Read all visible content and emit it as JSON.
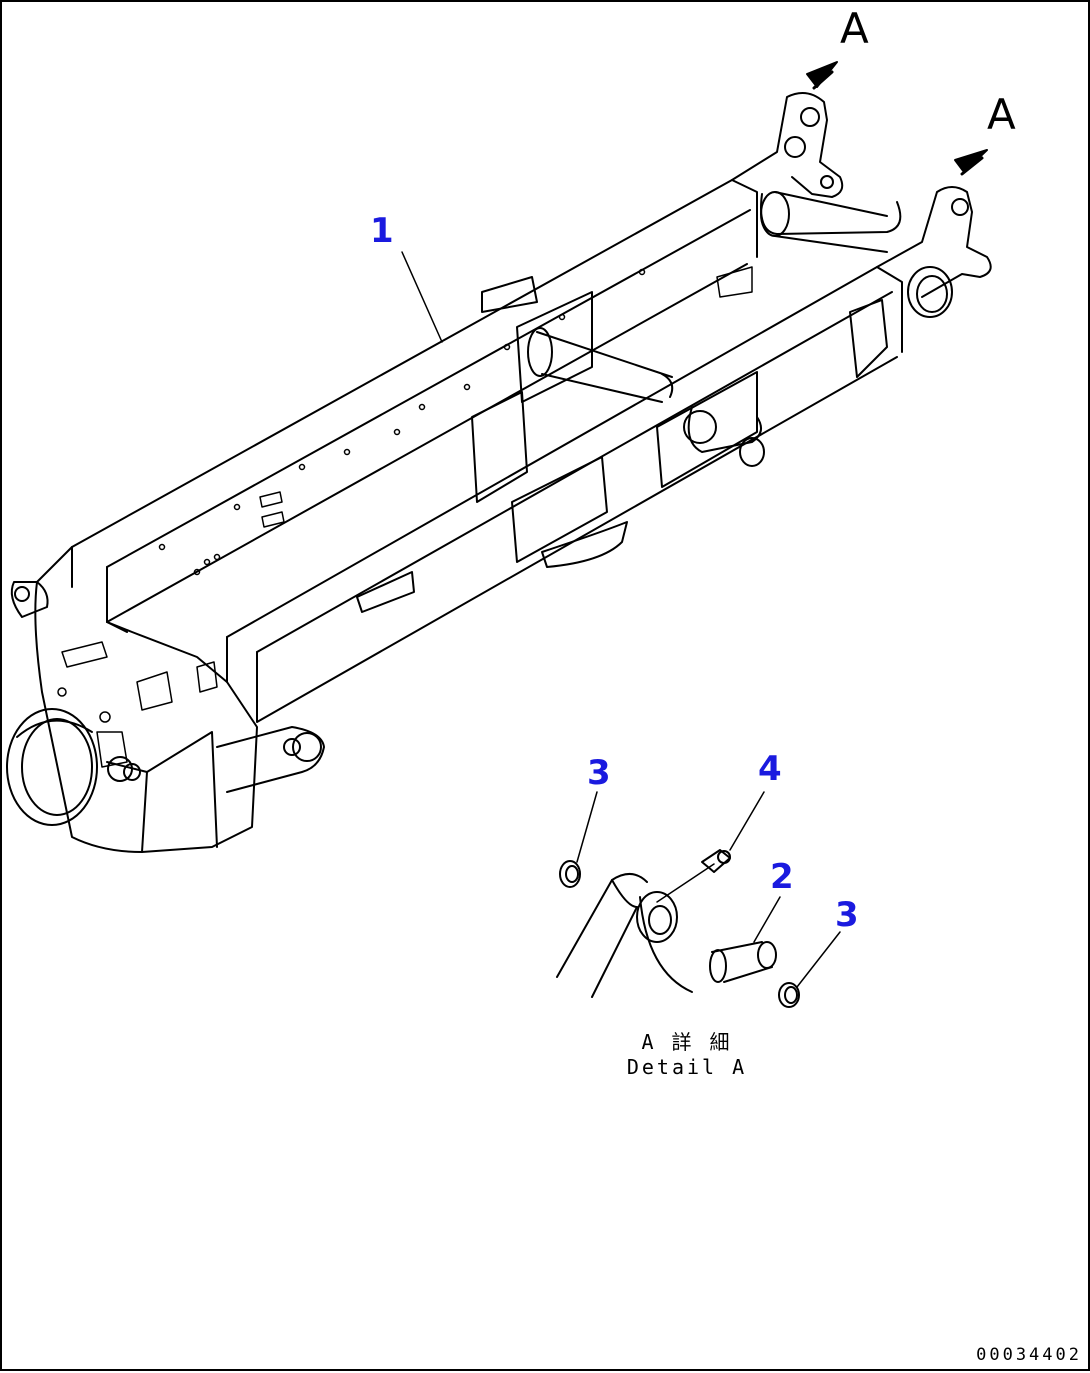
{
  "callouts": {
    "part_1": "1",
    "part_2": "2",
    "part_3_left": "3",
    "part_3_right": "3",
    "part_4": "4"
  },
  "view_markers": {
    "upper": "A",
    "lower": "A"
  },
  "detail_caption": {
    "line1": "A 詳 細",
    "line2": "Detail A"
  },
  "drawing_number": "00034402",
  "colors": {
    "callout": "#1a1adf",
    "line": "#000000",
    "background": "#ffffff"
  }
}
